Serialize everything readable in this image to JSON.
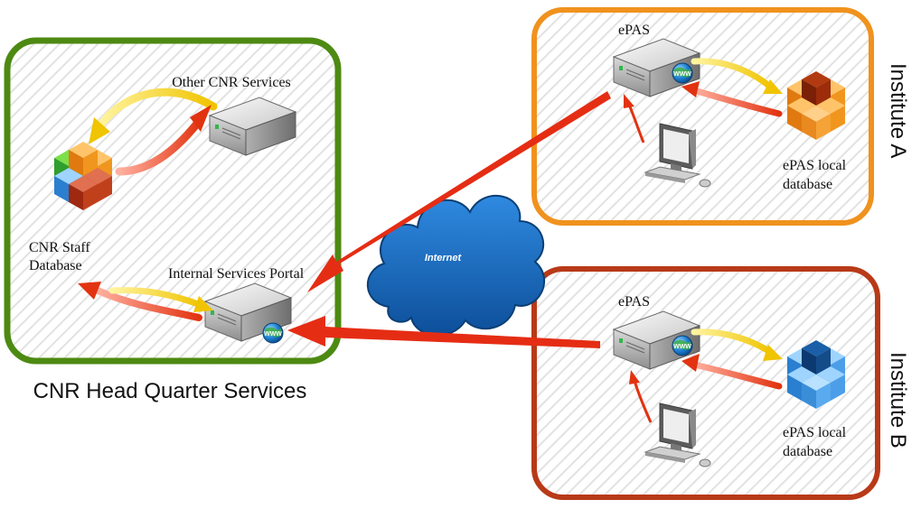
{
  "headquarters": {
    "caption": "CNR Head Quarter Services",
    "other_services": "Other CNR Services",
    "staff_db_line1": "CNR Staff",
    "staff_db_line2": "Database",
    "portal": "Internal Services Portal",
    "border_color": "#4d8a12"
  },
  "internet": {
    "label": "Internet",
    "color": "#1a6fbf"
  },
  "institute_a": {
    "title": "Institute A",
    "server": "ePAS",
    "db_line1": "ePAS local",
    "db_line2": "database",
    "border_color": "#f0921e",
    "db_color": "orange"
  },
  "institute_b": {
    "title": "Institute B",
    "server": "ePAS",
    "db_line1": "ePAS local",
    "db_line2": "database",
    "border_color": "#b83a18",
    "db_color": "blue"
  },
  "icons": [
    "server-icon",
    "www-globe-icon",
    "database-cubes-icon",
    "workstation-icon",
    "cloud-icon",
    "arrow-icon"
  ]
}
